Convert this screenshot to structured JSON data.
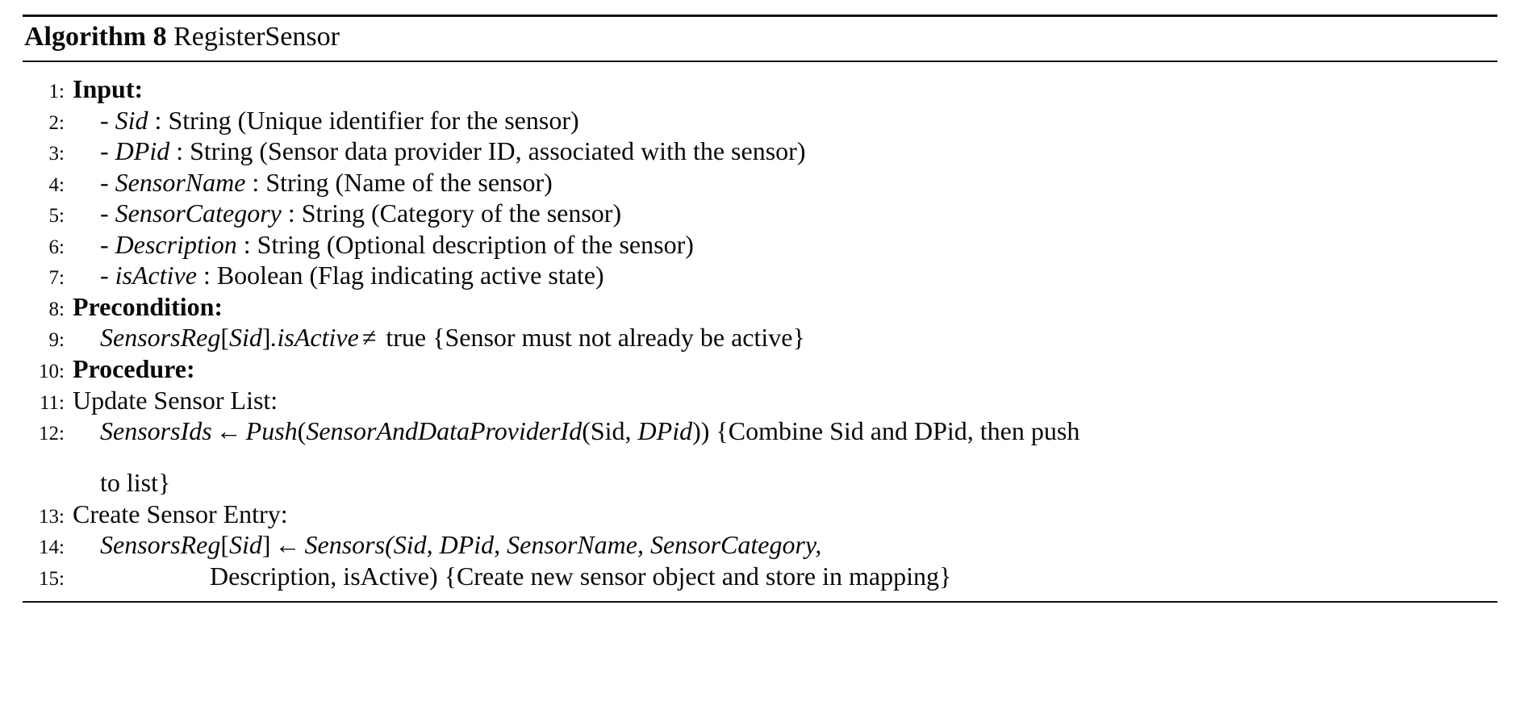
{
  "document": {
    "kind": "algorithm-pseudocode-float",
    "header": {
      "keyword": "Algorithm 8",
      "name": "RegisterSensor",
      "full": "Algorithm 8 RegisterSensor"
    },
    "colors": {
      "text": "#0a0a0a",
      "rule": "#111111",
      "background": "#ffffff"
    },
    "lines": [
      {
        "no": "1:",
        "indent": 0,
        "style": "bold",
        "text": "Input:"
      },
      {
        "no": "2:",
        "indent": 1,
        "style": "mixed",
        "text": "- Sid : String (Unique identifier for the sensor)",
        "parts": [
          {
            "t": "- ",
            "s": "up"
          },
          {
            "t": "Sid",
            "s": "it"
          },
          {
            "t": " : String (Unique identifier for the sensor)",
            "s": "up"
          }
        ]
      },
      {
        "no": "3:",
        "indent": 1,
        "style": "mixed",
        "text": "- DPid : String (Sensor data provider ID, associated with the sensor)",
        "parts": [
          {
            "t": "- ",
            "s": "up"
          },
          {
            "t": "DPid",
            "s": "it"
          },
          {
            "t": " : String (Sensor data provider ID, associated with the sensor)",
            "s": "up"
          }
        ]
      },
      {
        "no": "4:",
        "indent": 1,
        "style": "mixed",
        "text": "- SensorName : String (Name of the sensor)",
        "parts": [
          {
            "t": "- ",
            "s": "up"
          },
          {
            "t": "SensorName",
            "s": "it"
          },
          {
            "t": " : String (Name of the sensor)",
            "s": "up"
          }
        ]
      },
      {
        "no": "5:",
        "indent": 1,
        "style": "mixed",
        "text": "- SensorCategory : String (Category of the sensor)",
        "parts": [
          {
            "t": "- ",
            "s": "up"
          },
          {
            "t": "SensorCategory",
            "s": "it"
          },
          {
            "t": " : String (Category of the sensor)",
            "s": "up"
          }
        ]
      },
      {
        "no": "6:",
        "indent": 1,
        "style": "mixed",
        "text": "- Description : String (Optional description of the sensor)",
        "parts": [
          {
            "t": "- ",
            "s": "up"
          },
          {
            "t": "Description",
            "s": "it"
          },
          {
            "t": " : String (Optional description of the sensor)",
            "s": "up"
          }
        ]
      },
      {
        "no": "7:",
        "indent": 1,
        "style": "mixed",
        "text": "- isActive : Boolean (Flag indicating active state)",
        "parts": [
          {
            "t": "- ",
            "s": "up"
          },
          {
            "t": "isActive",
            "s": "it"
          },
          {
            "t": " : Boolean (Flag indicating active state)",
            "s": "up"
          }
        ]
      },
      {
        "no": "8:",
        "indent": 0,
        "style": "bold",
        "text": "Precondition:"
      },
      {
        "no": "9:",
        "indent": 1,
        "style": "mixed",
        "text": "SensorsReg[Sid].isActive ≠ true {Sensor must not already be active}",
        "parts": [
          {
            "t": "SensorsReg",
            "s": "it"
          },
          {
            "t": "[",
            "s": "up"
          },
          {
            "t": "Sid",
            "s": "it"
          },
          {
            "t": "]",
            "s": "up"
          },
          {
            "t": ".isActive",
            "s": "it"
          },
          {
            "t": "≠",
            "s": "ne"
          },
          {
            "t": " true {Sensor must not already be active}",
            "s": "up"
          }
        ]
      },
      {
        "no": "10:",
        "indent": 0,
        "style": "bold",
        "text": "Procedure:"
      },
      {
        "no": "11:",
        "indent": 0,
        "style": "up",
        "text": "Update Sensor List:"
      },
      {
        "no": "12:",
        "indent": 1,
        "style": "mixed",
        "text": "SensorsIds ← Push(SensorAndDataProviderId(Sid, DPid)) {Combine Sid and DPid, then push",
        "parts": [
          {
            "t": "SensorsIds",
            "s": "it"
          },
          {
            "t": "←",
            "s": "arrow"
          },
          {
            "t": "Push",
            "s": "it"
          },
          {
            "t": "(",
            "s": "up"
          },
          {
            "t": "SensorAndDataProviderId",
            "s": "it"
          },
          {
            "t": "(Sid, ",
            "s": "up"
          },
          {
            "t": "DPid",
            "s": "it"
          },
          {
            "t": "))",
            "s": "up"
          },
          {
            "t": " {Combine Sid and DPid, then push",
            "s": "up"
          }
        ]
      },
      {
        "no": "",
        "indent": 1,
        "style": "up",
        "continuation": true,
        "text": "to list}"
      },
      {
        "no": "13:",
        "indent": 0,
        "style": "up",
        "text": "Create Sensor Entry:"
      },
      {
        "no": "14:",
        "indent": 1,
        "style": "mixed",
        "text": "SensorsReg[Sid] ← Sensors(Sid, DPid, SensorName, SensorCategory,",
        "parts": [
          {
            "t": "SensorsReg",
            "s": "it"
          },
          {
            "t": "[",
            "s": "up"
          },
          {
            "t": "Sid",
            "s": "it"
          },
          {
            "t": "]",
            "s": "up"
          },
          {
            "t": "←",
            "s": "arrow"
          },
          {
            "t": "Sensors(Sid, DPid, SensorName, SensorCategory,",
            "s": "it"
          }
        ]
      },
      {
        "no": "15:",
        "indent": 2,
        "style": "up",
        "text": "Description, isActive) {Create new sensor object and store in mapping}"
      }
    ]
  }
}
